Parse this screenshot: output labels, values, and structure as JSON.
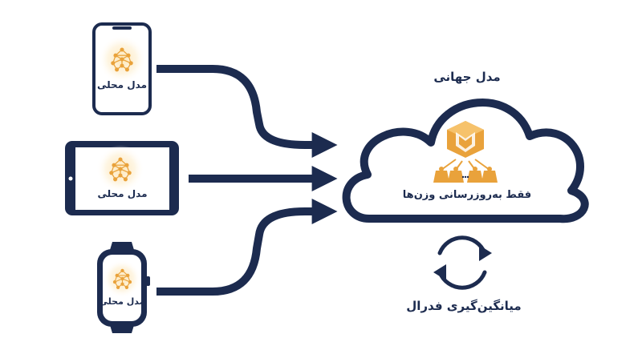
{
  "colors": {
    "navy": "#1c2b4f",
    "gold": "#e9a23b",
    "glow": "#fde7b8",
    "white": "#ffffff"
  },
  "devices": [
    {
      "kind": "phone",
      "label": "مدل محلی",
      "icon": "neural-network-icon"
    },
    {
      "kind": "tablet",
      "label": "مدل محلی",
      "icon": "neural-network-icon"
    },
    {
      "kind": "watch",
      "label": "مدل محلی",
      "icon": "neural-network-icon"
    }
  ],
  "cloud": {
    "title": "مدل جهانی",
    "caption": "فقط به‌روزرسانی وزن‌ها",
    "icon": "weight-aggregation-icon"
  },
  "sync": {
    "label": "میانگین‌گیری فدرال",
    "icon": "refresh-cycle-icon"
  }
}
